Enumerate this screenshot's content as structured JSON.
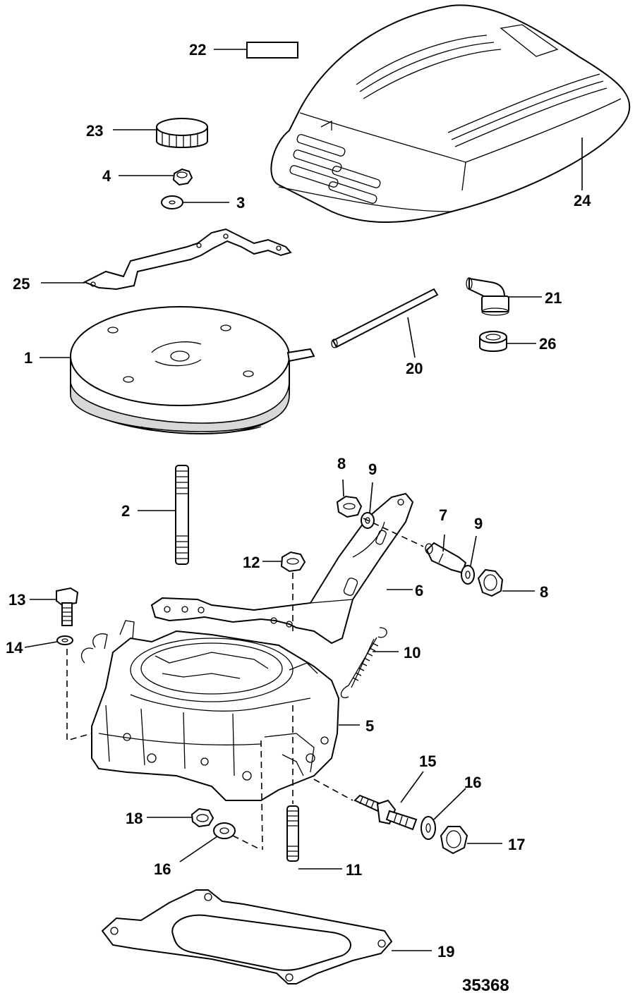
{
  "callouts": {
    "c1": "1",
    "c2": "2",
    "c3": "3",
    "c4": "4",
    "c5": "5",
    "c6": "6",
    "c7": "7",
    "c8a": "8",
    "c8b": "8",
    "c9a": "9",
    "c9b": "9",
    "c10": "10",
    "c11": "11",
    "c12": "12",
    "c13": "13",
    "c14": "14",
    "c15": "15",
    "c16a": "16",
    "c16b": "16",
    "c17": "17",
    "c18": "18",
    "c19": "19",
    "c20": "20",
    "c21": "21",
    "c22": "22",
    "c23": "23",
    "c24": "24",
    "c25": "25",
    "c26": "26"
  },
  "figure_number": "35368",
  "colors": {
    "line": "#000000",
    "background": "#ffffff",
    "shade": "#d8d8d8"
  }
}
